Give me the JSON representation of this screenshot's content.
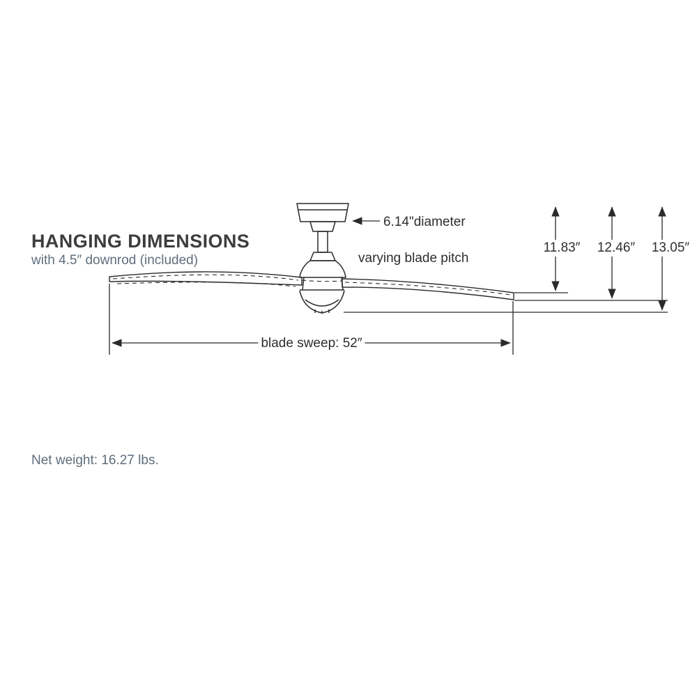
{
  "header": {
    "title": "HANGING DIMENSIONS",
    "subtitle": "with 4.5″ downrod (included)"
  },
  "diagram": {
    "diameter_label": "6.14\"diameter",
    "blade_pitch_label": "varying blade pitch",
    "hanging_heights": [
      {
        "label": "11.83″"
      },
      {
        "label": "12.46″"
      },
      {
        "label": "13.05″"
      }
    ],
    "blade_sweep_label": "blade sweep: 52″"
  },
  "footer": {
    "net_weight": "Net weight: 16.27 lbs."
  },
  "colors": {
    "line": "#2a2a2a",
    "text_dark": "#2e2e2e",
    "text_muted": "#5e6e7e"
  }
}
